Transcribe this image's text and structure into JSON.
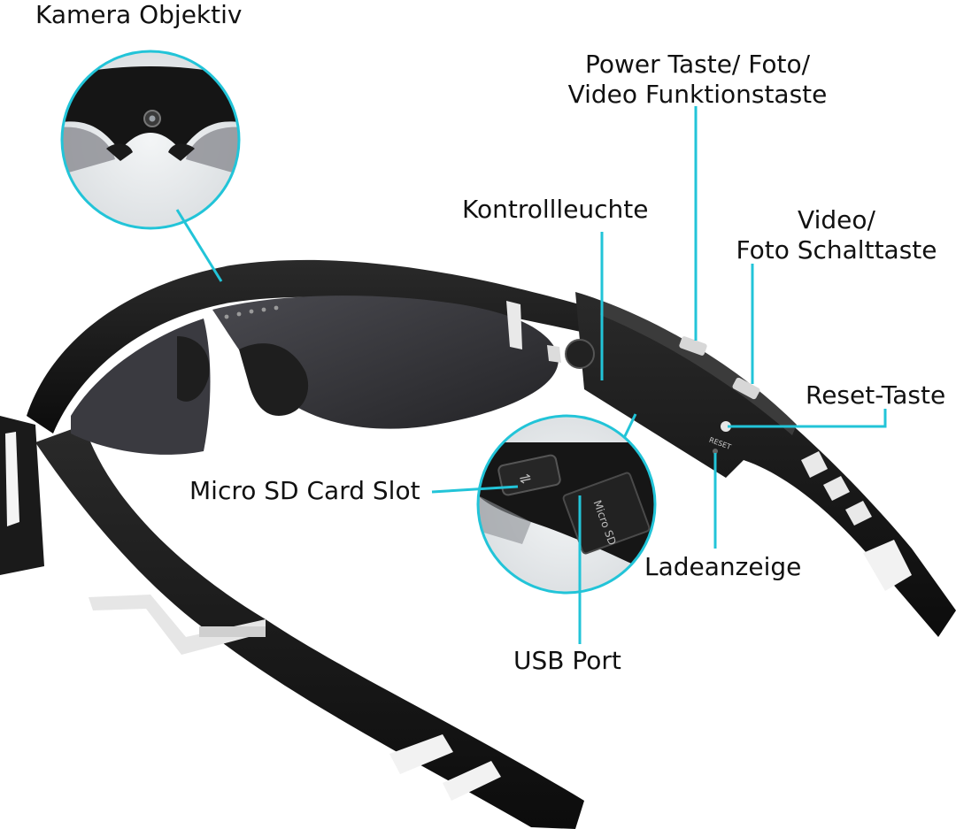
{
  "labels": {
    "kamera": "Kamera Objektiv",
    "power_line1": "Power Taste/ Foto/",
    "power_line2": "Video Funktionstaste",
    "kontroll": "Kontrollleuchte",
    "video_line1": "Video/",
    "video_line2": "Foto Schalttaste",
    "reset": "Reset-Taste",
    "microsd": "Micro SD Card Slot",
    "lade": "Ladeanzeige",
    "usb": "USB Port"
  },
  "printed": {
    "reset_marking": "RESET",
    "sd_marking": "Micro SD"
  },
  "colors": {
    "callout": "#22c4d8",
    "frame": "#141414",
    "lens": "#2f2f33",
    "text": "#111111"
  }
}
